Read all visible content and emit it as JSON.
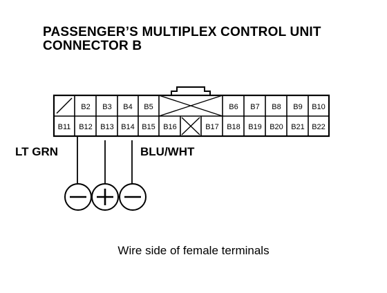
{
  "title": {
    "line1": "PASSENGER’S MULTIPLEX CONTROL UNIT",
    "line2": "CONNECTOR B"
  },
  "connector": {
    "top_row": [
      "",
      "B2",
      "B3",
      "B4",
      "B5",
      "",
      "",
      "",
      "B6",
      "B7",
      "B8",
      "B9",
      "B10"
    ],
    "bottom_row": [
      "B11",
      "B12",
      "B13",
      "B14",
      "B15",
      "B16",
      "",
      "B17",
      "B18",
      "B19",
      "B20",
      "B21",
      "B22"
    ]
  },
  "wires": {
    "left_label": "LT GRN",
    "right_label": "BLU/WHT"
  },
  "meter_symbols": [
    "−",
    "+",
    "−"
  ],
  "caption": "Wire side of female terminals"
}
